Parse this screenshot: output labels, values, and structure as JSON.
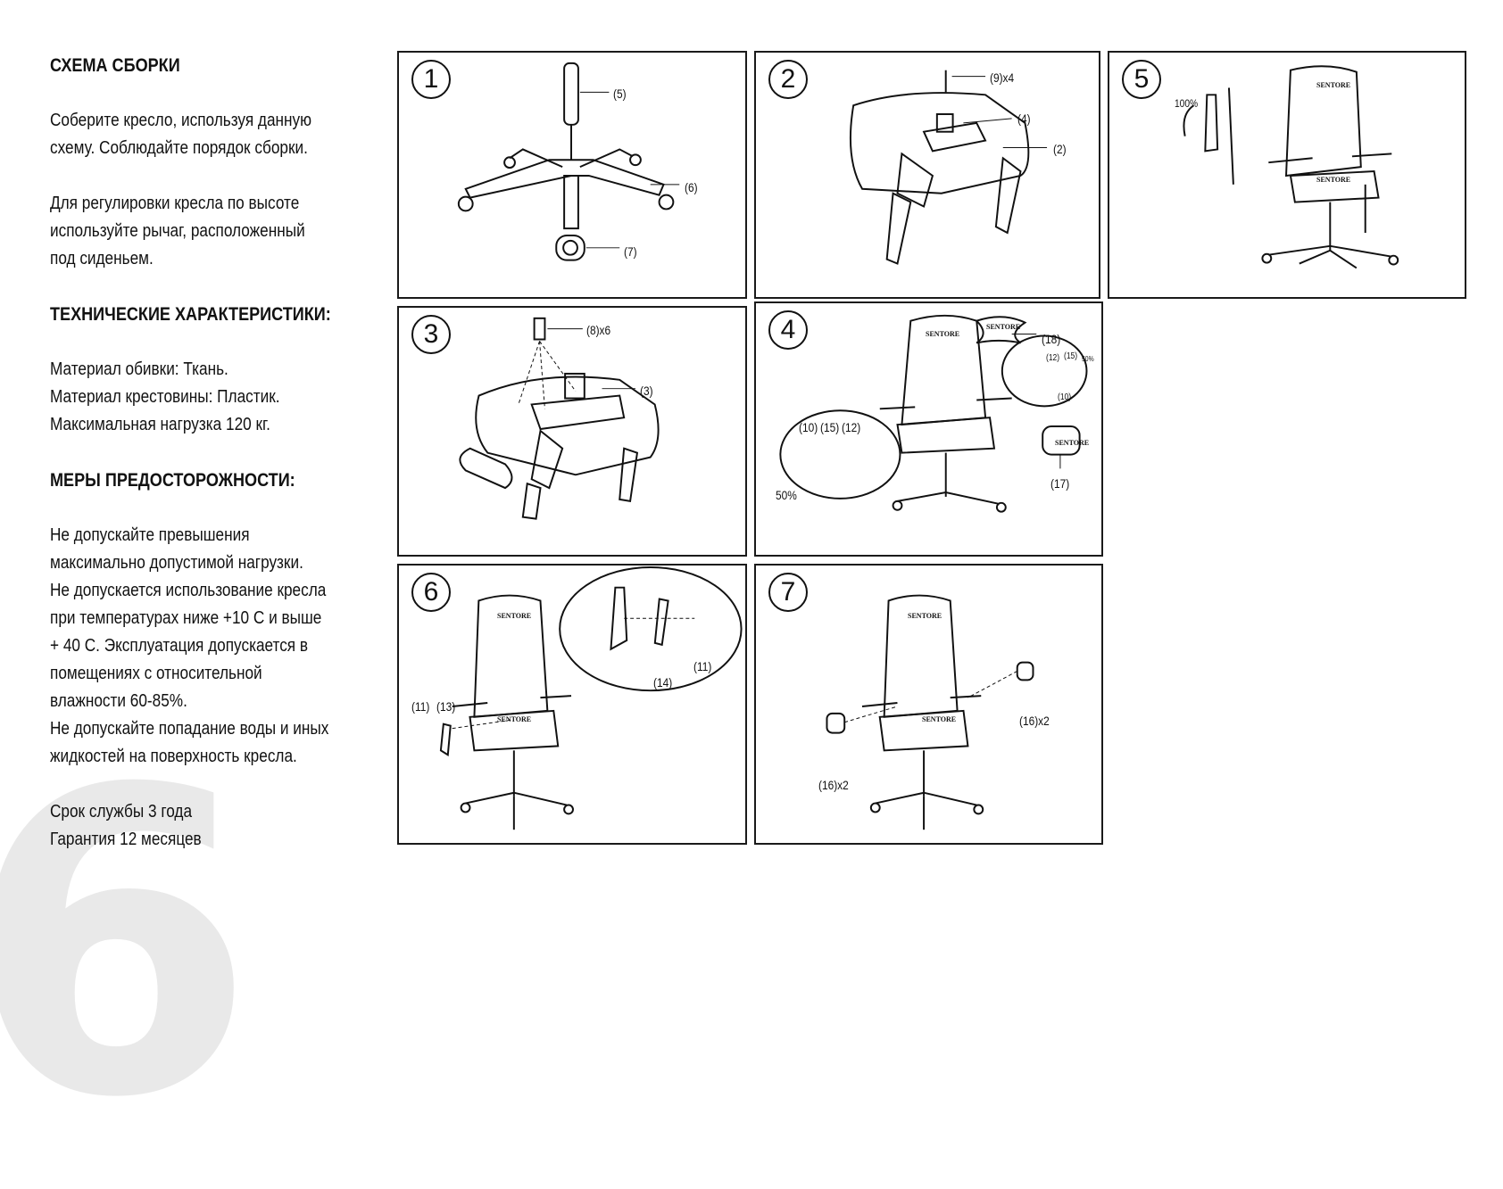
{
  "page_number": "6",
  "left": {
    "assembly_title": "СХЕМА СБОРКИ",
    "assembly_p1_l1": "Соберите кресло, используя данную",
    "assembly_p1_l2": "схему. Соблюдайте порядок сборки.",
    "assembly_p2_l1": "Для регулировки кресла по высоте",
    "assembly_p2_l2": "используйте рычаг, расположенный",
    "assembly_p2_l3": "под сиденьем.",
    "specs_title": "ТЕХНИЧЕСКИЕ ХАРАКТЕРИСТИКИ:",
    "spec_1": "Материал обивки: Ткань.",
    "spec_2": "Материал крестовины: Пластик.",
    "spec_3": "Максимальная нагрузка 120 кг.",
    "precautions_title": "МЕРЫ ПРЕДОСТОРОЖНОСТИ:",
    "prec_l1": "Не допускайте превышения",
    "prec_l2": "максимально допустимой нагрузки.",
    "prec_l3": "Не допускается использование кресла",
    "prec_l4": "при температурах ниже +10 С и выше",
    "prec_l5": "+ 40 С. Эксплуатация допускается в",
    "prec_l6": "помещениях с относительной",
    "prec_l7": "влажности 60-85%.",
    "prec_l8": "Не допускайте попадание воды и иных",
    "prec_l9": "жидкостей на поверхность кресла.",
    "service_life": "Срок службы 3 года",
    "warranty": "Гарантия 12 месяцев"
  },
  "brand": "SENTORE",
  "steps": {
    "s1": {
      "num": "1",
      "l5": "(5)",
      "l6": "(6)",
      "l7": "(7)"
    },
    "s2": {
      "num": "2",
      "l9": "(9)x4",
      "l4": "(4)",
      "l2": "(2)"
    },
    "s5": {
      "num": "5",
      "pct": "100%"
    },
    "s3": {
      "num": "3",
      "l8": "(8)x6",
      "l3": "(3)"
    },
    "s4": {
      "num": "4",
      "l18": "(18)",
      "l12": "(12)",
      "l15": "(15)",
      "l10": "(10)",
      "pct50b": "50%",
      "l10b": "(10)",
      "l15b": "(15)",
      "l12b": "(12)",
      "pct50": "50%",
      "l17": "(17)"
    },
    "s6": {
      "num": "6",
      "l14": "(14)",
      "l11": "(11)",
      "l11b": "(11)",
      "l13": "(13)"
    },
    "s7": {
      "num": "7",
      "l16a": "(16)x2",
      "l16b": "(16)x2"
    }
  }
}
